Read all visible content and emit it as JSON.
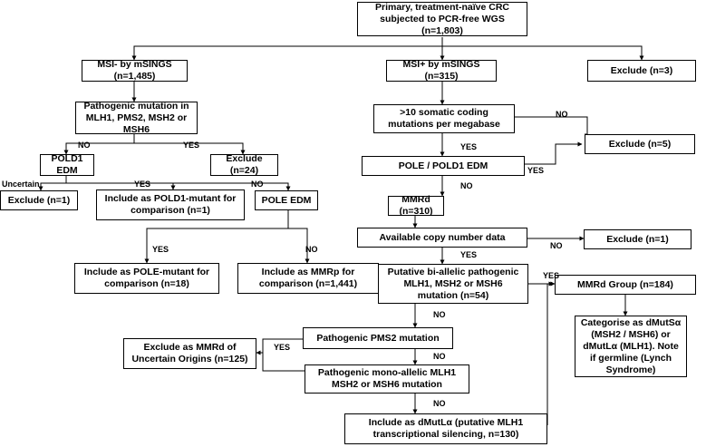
{
  "nodes": {
    "primary": "Primary, treatment-naïve CRC subjected to PCR-free WGS (n=1,803)",
    "msi_neg": "MSI- by mSINGS (n=1,485)",
    "msi_pos": "MSI+ by mSINGS (n=315)",
    "exclude_3": "Exclude (n=3)",
    "pathogenic_mmr": "Pathogenic mutation in MLH1, PMS2, MSH2 or MSH6",
    "exclude_24": "Exclude (n=24)",
    "pold1_edm": "POLD1 EDM",
    "exclude_1a": "Exclude (n=1)",
    "pold1_mutant": "Include as POLD1-mutant for comparison (n=1)",
    "pole_edm": "POLE EDM",
    "pole_mutant": "Include as POLE-mutant for comparison (n=18)",
    "mmrp": "Include as MMRp for comparison (n=1,441)",
    "tmb": ">10 somatic coding mutations per megabase",
    "exclude_5": "Exclude (n=5)",
    "pole_pold1": "POLE / POLD1 EDM",
    "mmrd": "MMRd (n=310)",
    "copy_number": "Available copy number data",
    "exclude_1b": "Exclude (n=1)",
    "biallelic": "Putative bi-allelic pathogenic MLH1, MSH2 or MSH6 mutation (n=54)",
    "mmrd_group": "MMRd Group (n=184)",
    "categorise": "Categorise as dMutSα (MSH2 / MSH6) or dMutLα (MLH1). Note if germline (Lynch Syndrome)",
    "pms2": "Pathogenic PMS2 mutation",
    "uncertain_origins": "Exclude as MMRd of Uncertain Origins (n=125)",
    "monoallelic": "Pathogenic mono-allelic MLH1 MSH2 or MSH6 mutation",
    "dmutla": "Include as dMutLα (putative MLH1 transcriptional silencing, n=130)"
  },
  "labels": {
    "no_pold1": "NO",
    "yes_exclude24": "YES",
    "uncertain": "Uncertain",
    "yes_pold1mut": "YES",
    "no_pole": "NO",
    "yes_polemut": "YES",
    "no_mmrp": "NO",
    "no_tmb": "NO",
    "yes_tmb": "YES",
    "yes_pole_pold1": "YES",
    "no_pole_pold1": "NO",
    "no_copy": "NO",
    "yes_copy": "YES",
    "yes_biallelic": "YES",
    "no_biallelic": "NO",
    "yes_pms2": "YES",
    "no_pms2": "NO",
    "no_monoallelic": "NO"
  }
}
